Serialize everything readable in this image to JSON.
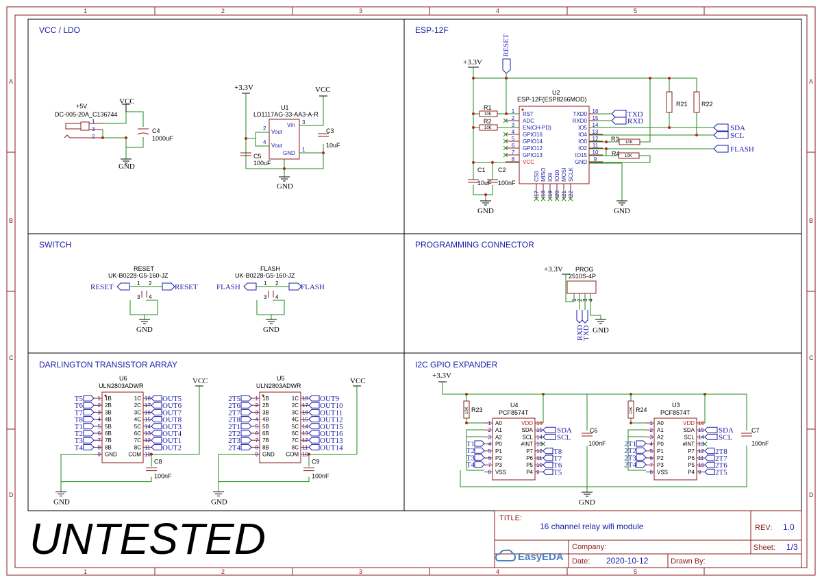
{
  "frame": {
    "col_labels": [
      "1",
      "2",
      "3",
      "4",
      "5"
    ],
    "row_labels": [
      "A",
      "B",
      "C",
      "D"
    ]
  },
  "sections": {
    "vcc_ldo": "VCC / LDO",
    "esp12f": "ESP-12F",
    "switch": "SWITCH",
    "prog": "PROGRAMMING CONNECTOR",
    "darlington": "DARLINGTON TRANSISTOR ARRAY",
    "i2c": "I2C GPIO EXPANDER"
  },
  "ldo": {
    "jack_value": "+5V",
    "jack_part": "DC-005-20A_C136744",
    "jack_pins": [
      "1",
      "3",
      "2"
    ],
    "c4": "C4",
    "c4_val": "1000uF",
    "vcc": "VCC",
    "gnd": "GND",
    "v33": "+3.3V",
    "u1": "U1",
    "u1_part": "LD1117AG-33-AA3-A-R",
    "u1_pins": {
      "vin": "Vin",
      "vout1": "Vout",
      "vout2": "Vout",
      "gnd": "GND",
      "p3": "3",
      "p2": "2",
      "p4": "4",
      "p1": "1"
    },
    "c3": "C3",
    "c3_val": "10uF",
    "c5": "C5",
    "c5_val": "100uF"
  },
  "esp": {
    "v33": "+3.3V",
    "reset": "RESET",
    "u2": "U2",
    "u2_part": "ESP-12F(ESP8266MOD)",
    "left_pins": [
      {
        "n": "1",
        "name": "RST"
      },
      {
        "n": "2",
        "name": "ADC"
      },
      {
        "n": "3",
        "name": "EN(CH-PD)"
      },
      {
        "n": "4",
        "name": "GPIO16"
      },
      {
        "n": "5",
        "name": "GPIO14"
      },
      {
        "n": "6",
        "name": "GPIO12"
      },
      {
        "n": "7",
        "name": "GPIO13"
      },
      {
        "n": "8",
        "name": "VCC"
      }
    ],
    "right_pins": [
      {
        "n": "16",
        "name": "TXD0"
      },
      {
        "n": "15",
        "name": "RXD0"
      },
      {
        "n": "14",
        "name": "IO5"
      },
      {
        "n": "13",
        "name": "IO4"
      },
      {
        "n": "12",
        "name": "IO0"
      },
      {
        "n": "11",
        "name": "IO2"
      },
      {
        "n": "10",
        "name": "IO15"
      },
      {
        "n": "9",
        "name": "GND"
      }
    ],
    "bottom_pins": [
      {
        "n": "17",
        "name": "CS0"
      },
      {
        "n": "18",
        "name": "MISO"
      },
      {
        "n": "19",
        "name": "IO9"
      },
      {
        "n": "20",
        "name": "IO10"
      },
      {
        "n": "21",
        "name": "MOSI"
      },
      {
        "n": "22",
        "name": "SCLK"
      }
    ],
    "r1": "R1",
    "r2": "R2",
    "r3": "R3",
    "r4": "R4",
    "r21": "R21",
    "r22": "R22",
    "r_val": "10K",
    "c1": "C1",
    "c1_val": "10uF",
    "c2": "C2",
    "c2_val": "100nF",
    "txd": "TXD",
    "rxd": "RXD",
    "sda": "SDA",
    "scl": "SCL",
    "flash": "FLASH",
    "gnd": "GND"
  },
  "switch": {
    "reset_name": "RESET",
    "flash_name": "FLASH",
    "part": "UK-B0228-G5-160-JZ",
    "pins": [
      "1",
      "2",
      "3",
      "4"
    ],
    "gnd": "GND"
  },
  "prog": {
    "v33": "+3.3V",
    "name": "PROG",
    "part": "2510S-4P",
    "pins": [
      "1",
      "2",
      "3",
      "4"
    ],
    "rxd": "RXD",
    "txd": "TXD",
    "gnd": "GND"
  },
  "darl": {
    "u6": "U6",
    "u5": "U5",
    "part": "ULN2803ADWR",
    "vcc": "VCC",
    "gnd": "GND",
    "c8": "C8",
    "c9": "C9",
    "c_val": "100nF",
    "left_names": [
      "1B",
      "2B",
      "3B",
      "4B",
      "5B",
      "6B",
      "7B",
      "8B",
      "GND"
    ],
    "right_names": [
      "1C",
      "2C",
      "3C",
      "4C",
      "5C",
      "6C",
      "7C",
      "8C",
      "COM"
    ],
    "left_nums": [
      "1",
      "2",
      "3",
      "4",
      "5",
      "6",
      "7",
      "8",
      "9"
    ],
    "right_nums": [
      "18",
      "17",
      "16",
      "15",
      "14",
      "13",
      "12",
      "11",
      "10"
    ],
    "u6_in": [
      "T5",
      "T6",
      "T7",
      "T8",
      "T1",
      "T2",
      "T3",
      "T4"
    ],
    "u6_out": [
      "OUT5",
      "OUT6",
      "OUT7",
      "OUT8",
      "OUT3",
      "OUT4",
      "OUT1",
      "OUT2"
    ],
    "u5_in": [
      "2T5",
      "2T6",
      "2T7",
      "2T8",
      "2T1",
      "2T2",
      "2T3",
      "2T4"
    ],
    "u5_out": [
      "OUT9",
      "OUT10",
      "OUT11",
      "OUT12",
      "OUT15",
      "OUT16",
      "OUT13",
      "OUT14"
    ]
  },
  "i2c": {
    "v33": "+3.3V",
    "r23": "R23",
    "r24": "R24",
    "r_val": "10K",
    "u4": "U4",
    "u3": "U3",
    "part": "PCF8574T",
    "left_names": [
      "A0",
      "A1",
      "A2",
      "P0",
      "P1",
      "P2",
      "P3",
      "VSS"
    ],
    "left_nums": [
      "1",
      "2",
      "3",
      "4",
      "5",
      "6",
      "7",
      "8"
    ],
    "right_names": [
      "VDD",
      "SDA",
      "SCL",
      "#INT",
      "P7",
      "P6",
      "P5",
      "P4"
    ],
    "right_nums": [
      "16",
      "15",
      "14",
      "13",
      "12",
      "11",
      "10",
      "9"
    ],
    "sda": "SDA",
    "scl": "SCL",
    "c6": "C6",
    "c7": "C7",
    "c_val": "100nF",
    "u4_left": [
      "T1",
      "T2",
      "T3",
      "T4"
    ],
    "u4_right": [
      "T8",
      "T7",
      "T6",
      "T5"
    ],
    "u3_left": [
      "2T1",
      "2T2",
      "2T3",
      "2T4"
    ],
    "u3_right": [
      "2T8",
      "2T7",
      "2T6",
      "2T5"
    ],
    "gnd": "GND"
  },
  "title_block": {
    "title_label": "TITLE:",
    "title": "16 channel relay wifi module",
    "rev_label": "REV:",
    "rev": "1.0",
    "company_label": "Company:",
    "sheet_label": "Sheet:",
    "sheet": "1/3",
    "date_label": "Date:",
    "date": "2020-10-12",
    "drawn_label": "Drawn By:",
    "brand": "EasyEDA"
  },
  "stamp": "UNTESTED",
  "colors": {
    "frame": "#8b1a1a",
    "wire": "#1a8a1a",
    "component": "#8b1a1a",
    "text_blue": "#1a1aa8",
    "pin_red": "#c02020",
    "nc": "#1a8a1a"
  }
}
